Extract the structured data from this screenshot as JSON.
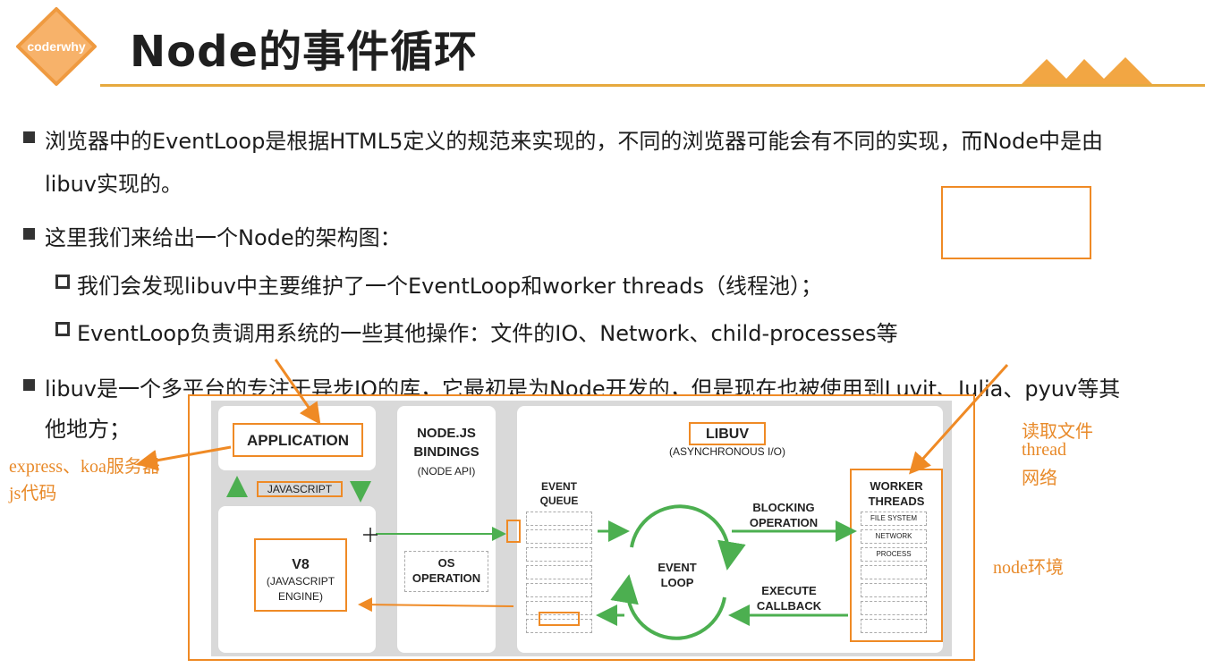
{
  "header": {
    "logo_text": "coderwhy",
    "title": "Node的事件循环"
  },
  "bullets": [
    {
      "line1": "浏览器中的EventLoop是根据HTML5定义的规范来实现的，不同的浏览器可能会有不同的实现，而Node中是由",
      "line2": "libuv实现的。"
    },
    {
      "line1": "这里我们来给出一个Node的架构图："
    },
    {
      "line1": "libuv是一个多平台的专注于异步IO的库，它最初是为Node开发的，但是现在也被使用到Luvit、Julia、pyuv等其",
      "line2": "他地方；"
    }
  ],
  "sub_bullets": [
    "我们会发现libuv中主要维护了一个EventLoop和worker threads（线程池）；",
    "EventLoop负责调用系统的一些其他操作：文件的IO、Network、child-processes等"
  ],
  "annotations": {
    "left_line1": "express、koa服务器",
    "left_line2": "js代码",
    "right_line1": "读取文件",
    "right_line2": "thread",
    "right_line3": "网络",
    "right_env": "node环境"
  },
  "diagram": {
    "application": "APPLICATION",
    "javascript": "JAVASCRIPT",
    "v8_line1": "V8",
    "v8_line2": "(JAVASCRIPT",
    "v8_line3": "ENGINE)",
    "bindings_line1": "NODE.JS",
    "bindings_line2": "BINDINGS",
    "bindings_line3": "(NODE API)",
    "os_line1": "OS",
    "os_line2": "OPERATION",
    "libuv": "LIBUV",
    "libuv_sub": "(ASYNCHRONOUS I/O)",
    "event_queue_line1": "EVENT",
    "event_queue_line2": "QUEUE",
    "event_loop_line1": "EVENT",
    "event_loop_line2": "LOOP",
    "blocking_line1": "BLOCKING",
    "blocking_line2": "OPERATION",
    "execute_line1": "EXECUTE",
    "execute_line2": "CALLBACK",
    "worker_line1": "WORKER",
    "worker_line2": "THREADS",
    "worker_items": [
      "FILE SYSTEM",
      "NETWORK",
      "PROCESS"
    ]
  },
  "colors": {
    "accent_orange": "#ef8a25",
    "arrow_green": "#4caf50",
    "header_rule": "#e6a93e"
  }
}
